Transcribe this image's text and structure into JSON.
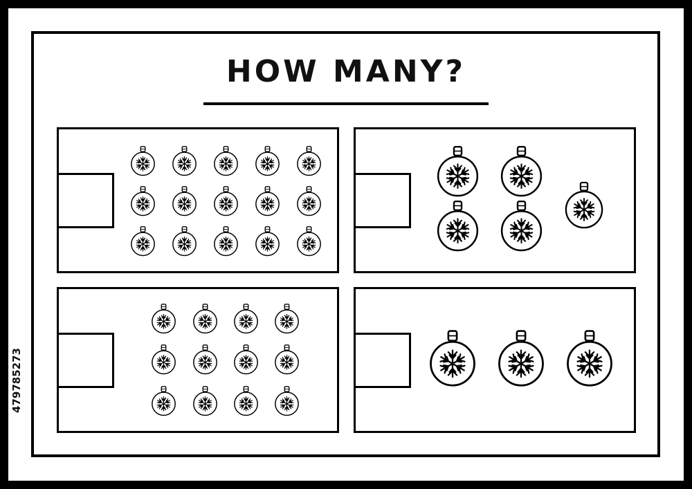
{
  "worksheet": {
    "title": "HOW MANY?",
    "stock_id": "479785273",
    "colors": {
      "line": "#000000",
      "background": "#ffffff"
    },
    "panels": [
      {
        "name": "top-left",
        "object_icon": "christmas-ball-icon",
        "rows": 3,
        "columns": 5,
        "count": 15,
        "answer_box": ""
      },
      {
        "name": "top-right",
        "object_icon": "christmas-ball-icon",
        "rows": 2,
        "columns": 2,
        "extra": 1,
        "count": 5,
        "answer_box": ""
      },
      {
        "name": "bottom-left",
        "object_icon": "christmas-ball-icon",
        "rows": 3,
        "columns": 4,
        "count": 12,
        "answer_box": ""
      },
      {
        "name": "bottom-right",
        "object_icon": "christmas-ball-icon",
        "rows": 1,
        "columns": 3,
        "count": 3,
        "answer_box": ""
      }
    ]
  }
}
